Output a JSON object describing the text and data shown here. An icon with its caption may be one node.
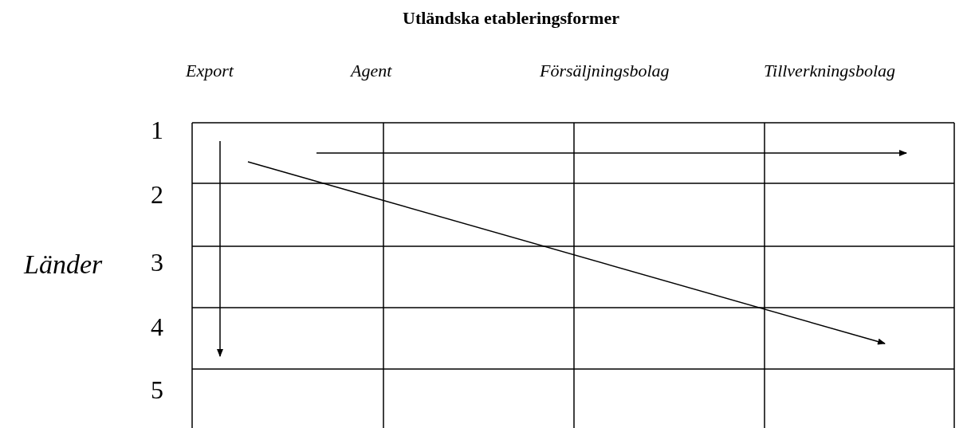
{
  "diagram": {
    "title": "Utländska etableringsformer",
    "labels": [
      "Export",
      "Agent",
      "Försäljningsbolag",
      "Tillverkningsbolag",
      "1",
      "2",
      "Länder",
      "3",
      "4",
      "5"
    ]
  }
}
